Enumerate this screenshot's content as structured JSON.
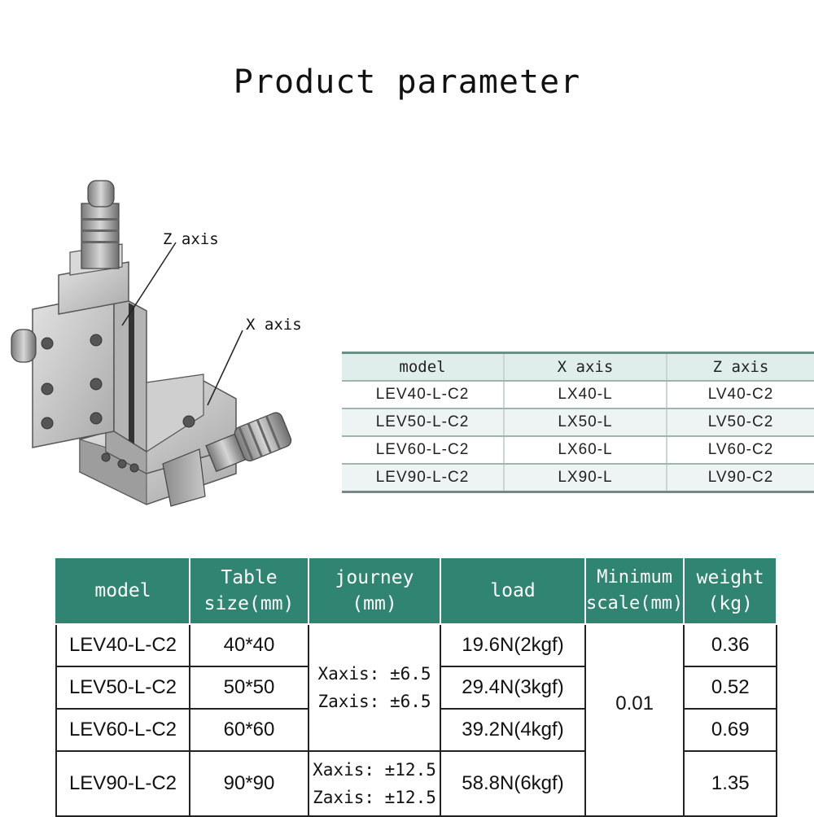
{
  "title": "Product parameter",
  "diagram": {
    "z_label": "Z axis",
    "x_label": "X axis"
  },
  "model_table": {
    "headers": [
      "model",
      "X axis",
      "Z axis"
    ],
    "rows": [
      [
        "LEV40-L-C2",
        "LX40-L",
        "LV40-C2"
      ],
      [
        "LEV50-L-C2",
        "LX50-L",
        "LV50-C2"
      ],
      [
        "LEV60-L-C2",
        "LX60-L",
        "LV60-C2"
      ],
      [
        "LEV90-L-C2",
        "LX90-L",
        "LV90-C2"
      ]
    ]
  },
  "param_table": {
    "headers": {
      "model": "model",
      "size_1": "Table",
      "size_2": "size(mm)",
      "journey_1": "journey",
      "journey_2": "(mm)",
      "load": "load",
      "scale_1": "Minimum",
      "scale_2": "scale(mm)",
      "weight_1": "weight",
      "weight_2": "(kg)"
    },
    "rows": [
      {
        "model": "LEV40-L-C2",
        "size": "40*40",
        "load": "19.6N(2kgf)",
        "weight": "0.36"
      },
      {
        "model": "LEV50-L-C2",
        "size": "50*50",
        "load": "29.4N(3kgf)",
        "weight": "0.52"
      },
      {
        "model": "LEV60-L-C2",
        "size": "60*60",
        "load": "39.2N(4kgf)",
        "weight": "0.69"
      },
      {
        "model": "LEV90-L-C2",
        "size": "90*90",
        "load": "58.8N(6kgf)",
        "weight": "1.35"
      }
    ],
    "journey_small_x": "Xaxis: ±6.5",
    "journey_small_z": "Zaxis: ±6.5",
    "journey_large_x": "Xaxis: ±12.5",
    "journey_large_z": "Zaxis: ±12.5",
    "min_scale": "0.01"
  },
  "colors": {
    "header_green": "#2f8572",
    "light_row": "#eef3f3"
  }
}
